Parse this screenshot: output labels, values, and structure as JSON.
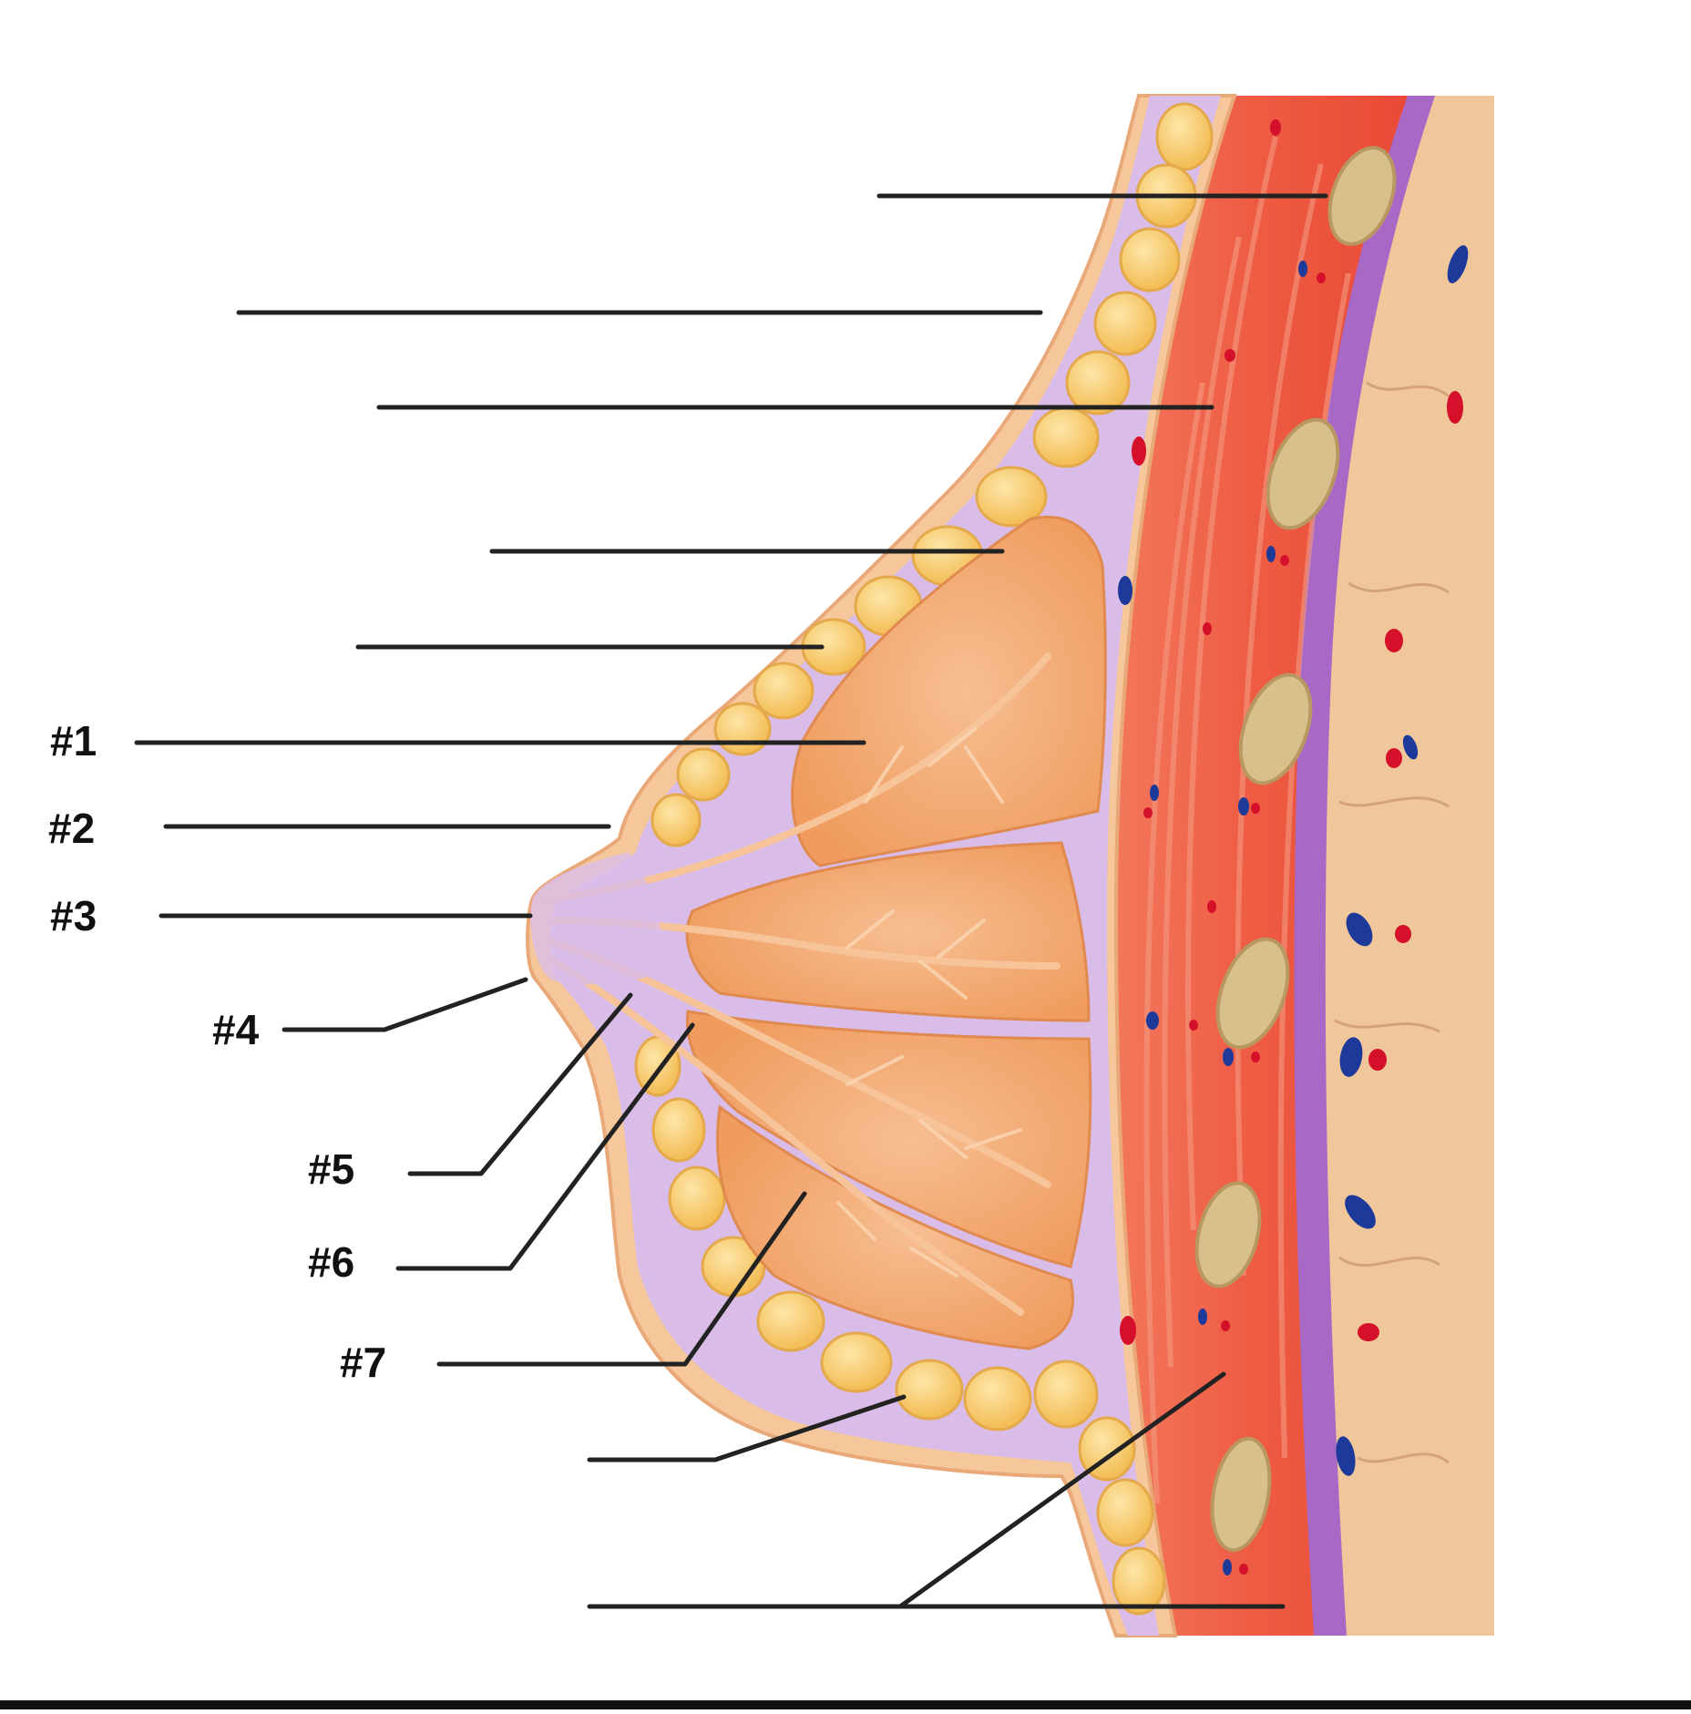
{
  "colors": {
    "background": "#ffffff",
    "skin": "#f6c79a",
    "fat": "#f5c15a",
    "fat_highlight": "#fbe19e",
    "connective": "#d9bde8",
    "gland": "#f2a56b",
    "gland_light": "#f7c49a",
    "muscle": "#ee5b43",
    "muscle_light": "#f58a6e",
    "fascia": "#a868c6",
    "rib": "#d8c08c",
    "chest_wall": "#efc79b",
    "vessel_blue": "#1d3a9a",
    "vessel_red": "#d5102a",
    "leader_line": "#222222"
  },
  "labels": [
    {
      "id": "label-1",
      "text": "#1"
    },
    {
      "id": "label-2",
      "text": "#2"
    },
    {
      "id": "label-3",
      "text": "#3"
    },
    {
      "id": "label-4",
      "text": "#4"
    },
    {
      "id": "label-5",
      "text": "#5"
    },
    {
      "id": "label-6",
      "text": "#6"
    },
    {
      "id": "label-7",
      "text": "#7"
    }
  ]
}
